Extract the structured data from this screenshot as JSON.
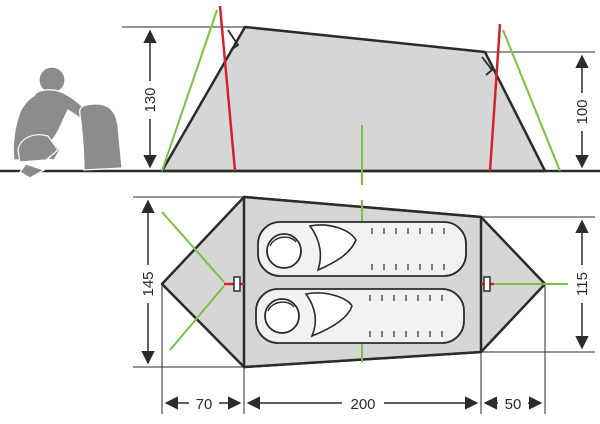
{
  "colors": {
    "tent_fill": "#d6d6d6",
    "outline": "#2b2b2b",
    "pole_red": "#d2232a",
    "guy_green": "#7ac143",
    "person": "#8c8c8c",
    "inner_fill": "#f2f2f2",
    "background": "#ffffff"
  },
  "side_view": {
    "height_front_label": "130",
    "height_rear_label": "100"
  },
  "top_view": {
    "width_front_label": "145",
    "width_rear_label": "115",
    "vestibule_front_label": "70",
    "inner_length_label": "200",
    "vestibule_rear_label": "50"
  },
  "icons": {
    "person": "kneeling-person-icon",
    "sleeper": "sleeping-bag-person-icon",
    "arrowhead": "arrowhead-icon"
  }
}
